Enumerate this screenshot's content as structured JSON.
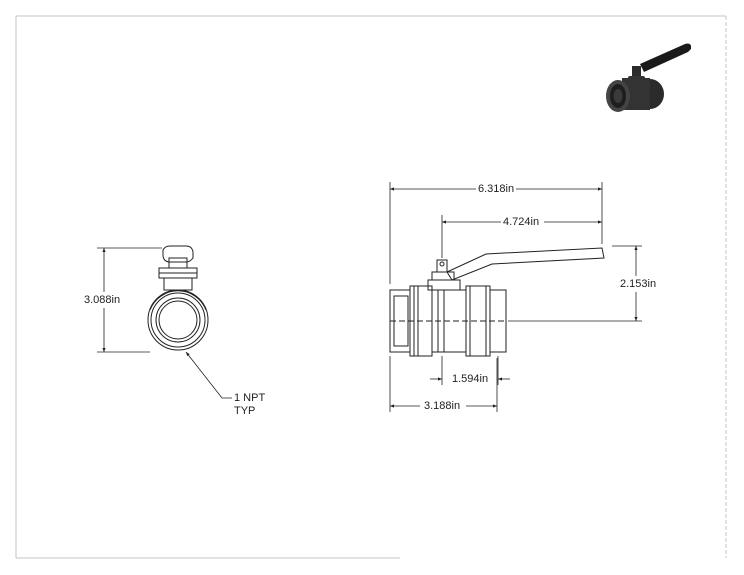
{
  "dimensions": {
    "overall_length": "6.318in",
    "handle_length": "4.724in",
    "height_from_centerline": "2.153in",
    "end_view_height": "3.088in",
    "body_width": "1.594in",
    "face_to_face": "3.188in"
  },
  "callout": {
    "line1": "1 NPT",
    "line2": "TYP"
  },
  "colors": {
    "line": "#222222",
    "border": "#bbbbbb",
    "handle_thumb": "#1a1a1a"
  },
  "icons": {
    "thumbnail": "ball-valve-3d-icon"
  }
}
